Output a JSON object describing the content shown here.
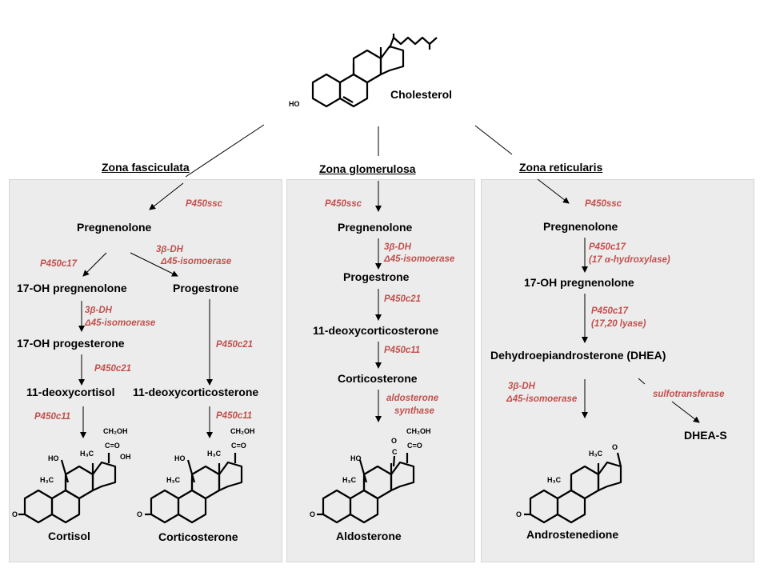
{
  "source": {
    "name": "Cholesterol",
    "hydroxyl": "HO"
  },
  "zones": [
    {
      "name": "Zona fasciculata",
      "steps": {
        "e_ssc": "P450ssc",
        "preg": "Pregnenolone",
        "e_c17": "P450c17",
        "e_3b_a": "3β-DH",
        "e_iso_a": "Δ45-isomoerase",
        "ohpreg": "17-OH pregnenolone",
        "prog": "Progestrone",
        "e_3b_b": "3β-DH",
        "e_iso_b": "Δ45-isomoerase",
        "ohprog": "17-OH progesterone",
        "e_c21_a": "P450c21",
        "e_c21_b": "P450c21",
        "doc": "11-deoxycortisol",
        "docs": "11-deoxycorticosterone",
        "e_c11_a": "P450c11",
        "e_c11_b": "P450c11",
        "cortisol": "Cortisol",
        "corticosterone": "Corticosterone"
      }
    },
    {
      "name": "Zona glomerulosa",
      "steps": {
        "e_ssc": "P450ssc",
        "preg": "Pregnenolone",
        "e_3b": "3β-DH",
        "e_iso": "Δ45-isomoerase",
        "prog": "Progestrone",
        "e_c21": "P450c21",
        "docs": "11-deoxycorticosterone",
        "e_c11": "P450c11",
        "cort": "Corticosterone",
        "e_as1": "aldosterone",
        "e_as2": "synthase",
        "aldo": "Aldosterone"
      }
    },
    {
      "name": "Zona reticularis",
      "steps": {
        "e_ssc": "P450ssc",
        "preg": "Pregnenolone",
        "e_c17a": "P450c17",
        "e_c17a2": "(17 α-hydroxylase)",
        "ohpreg": "17-OH pregnenolone",
        "e_c17b": "P450c17",
        "e_c17b2": "(17,20 lyase)",
        "dhea": "Dehydroepiandrosterone (DHEA)",
        "e_3b": "3β-DH",
        "e_iso": "Δ45-isomoerase",
        "e_sulfo": "sulfotransferase",
        "dheas": "DHEA-S",
        "andro": "Androstenedione"
      }
    }
  ],
  "structure_labels": {
    "ch2oh": "CH₂OH",
    "co": "C=O",
    "oh": "OH",
    "ho": "HO",
    "h3c": "H₃C",
    "o": "O",
    "c": "C"
  },
  "colors": {
    "enzyme": "#c0504d",
    "panel": "#ececec"
  }
}
